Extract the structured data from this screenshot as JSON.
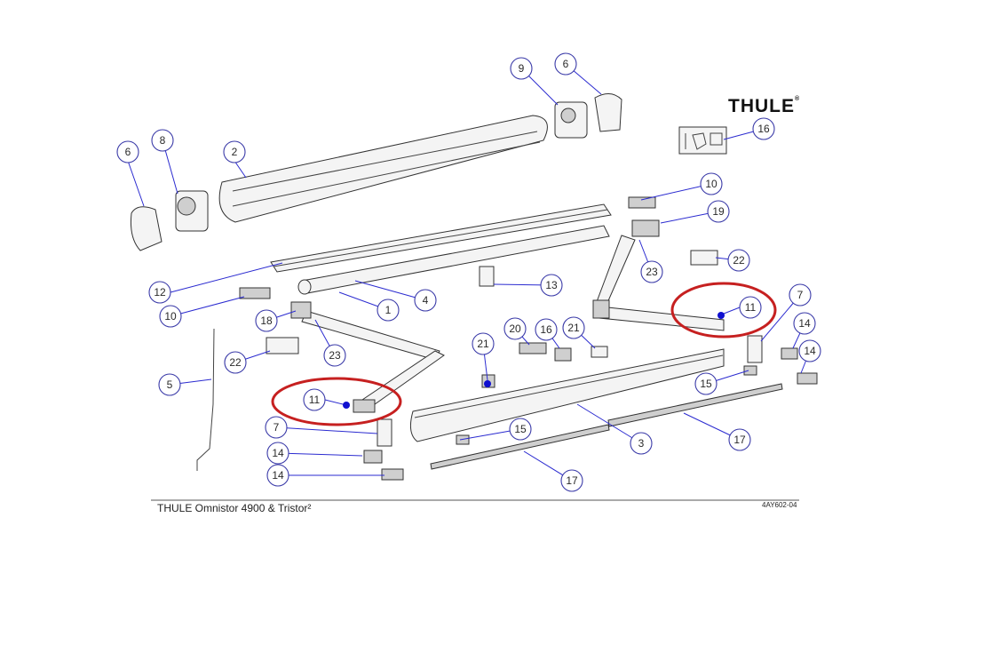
{
  "diagram": {
    "title": "THULE Omnistor 4900 & Tristor²",
    "drawing_code": "4AY602-04",
    "brand": "THULE",
    "callouts": [
      "1",
      "2",
      "3",
      "4",
      "5",
      "6",
      "6",
      "7",
      "7",
      "8",
      "9",
      "10",
      "10",
      "11",
      "11",
      "12",
      "13",
      "14",
      "14",
      "14",
      "14",
      "15",
      "15",
      "16",
      "16",
      "17",
      "17",
      "18",
      "19",
      "20",
      "21",
      "21",
      "22",
      "22",
      "23",
      "23"
    ],
    "highlighted_part": "11",
    "highlight_color": "#c62020",
    "line_color": "#2b2bd0"
  }
}
